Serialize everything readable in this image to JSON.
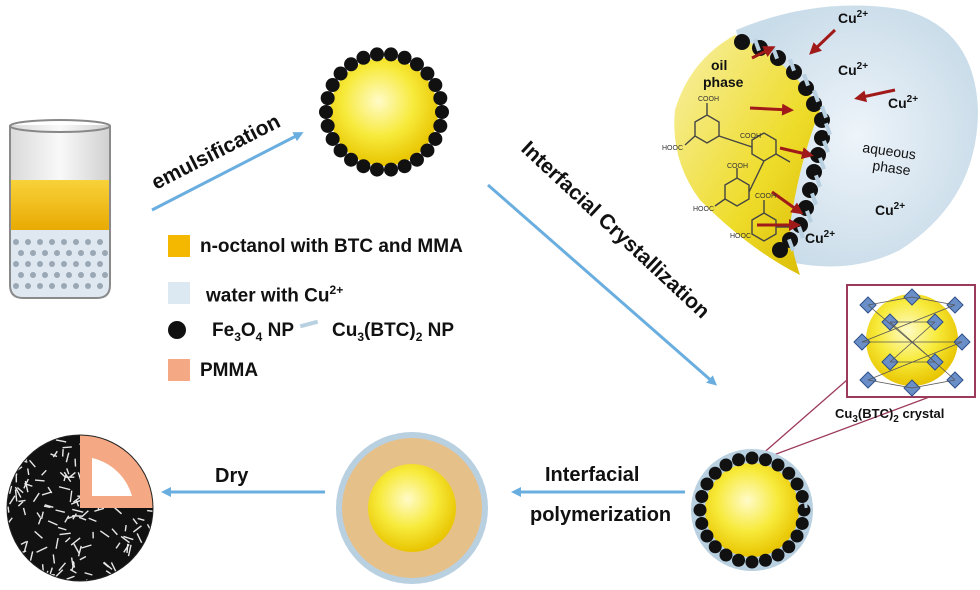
{
  "colors": {
    "oil": "#f5b800",
    "water": "#dde9f2",
    "fe3o4": "#111111",
    "cu3btc2": "#b8d0e0",
    "pmma": "#f4a883",
    "arrow": "#6aaee0",
    "cu_arrow": "#a01a1a"
  },
  "labels": {
    "emulsification": "emulsification",
    "interfacial_crystallization": "Interfacial Crystallization",
    "interfacial_polymerization_1": "Interfacial",
    "interfacial_polymerization_2": "polymerization",
    "dry": "Dry",
    "oil_phase_1": "oil",
    "oil_phase_2": "phase",
    "aqueous_phase_1": "aqueous",
    "aqueous_phase_2": "phase",
    "cu_ion": "Cu",
    "cu_ion_charge": "2+",
    "crystal_prefix": "Cu",
    "crystal_sub": "3",
    "crystal_mid": "(BTC)",
    "crystal_sub2": "2",
    "crystal_suffix": " crystal"
  },
  "legend": {
    "oil": "n-octanol with BTC and MMA",
    "water_prefix": "water with Cu",
    "water_sup": "2+",
    "fe_prefix": "Fe",
    "fe_sub1": "3",
    "fe_mid": "O",
    "fe_sub2": "4",
    "fe_suffix": " NP",
    "cu_prefix": "Cu",
    "cu_sub1": "3",
    "cu_mid": "(BTC)",
    "cu_sub2": "2",
    "cu_suffix": " NP",
    "pmma": "PMMA"
  },
  "molecule_labels": {
    "cooh": "COOH",
    "hooc": "HOOC"
  }
}
